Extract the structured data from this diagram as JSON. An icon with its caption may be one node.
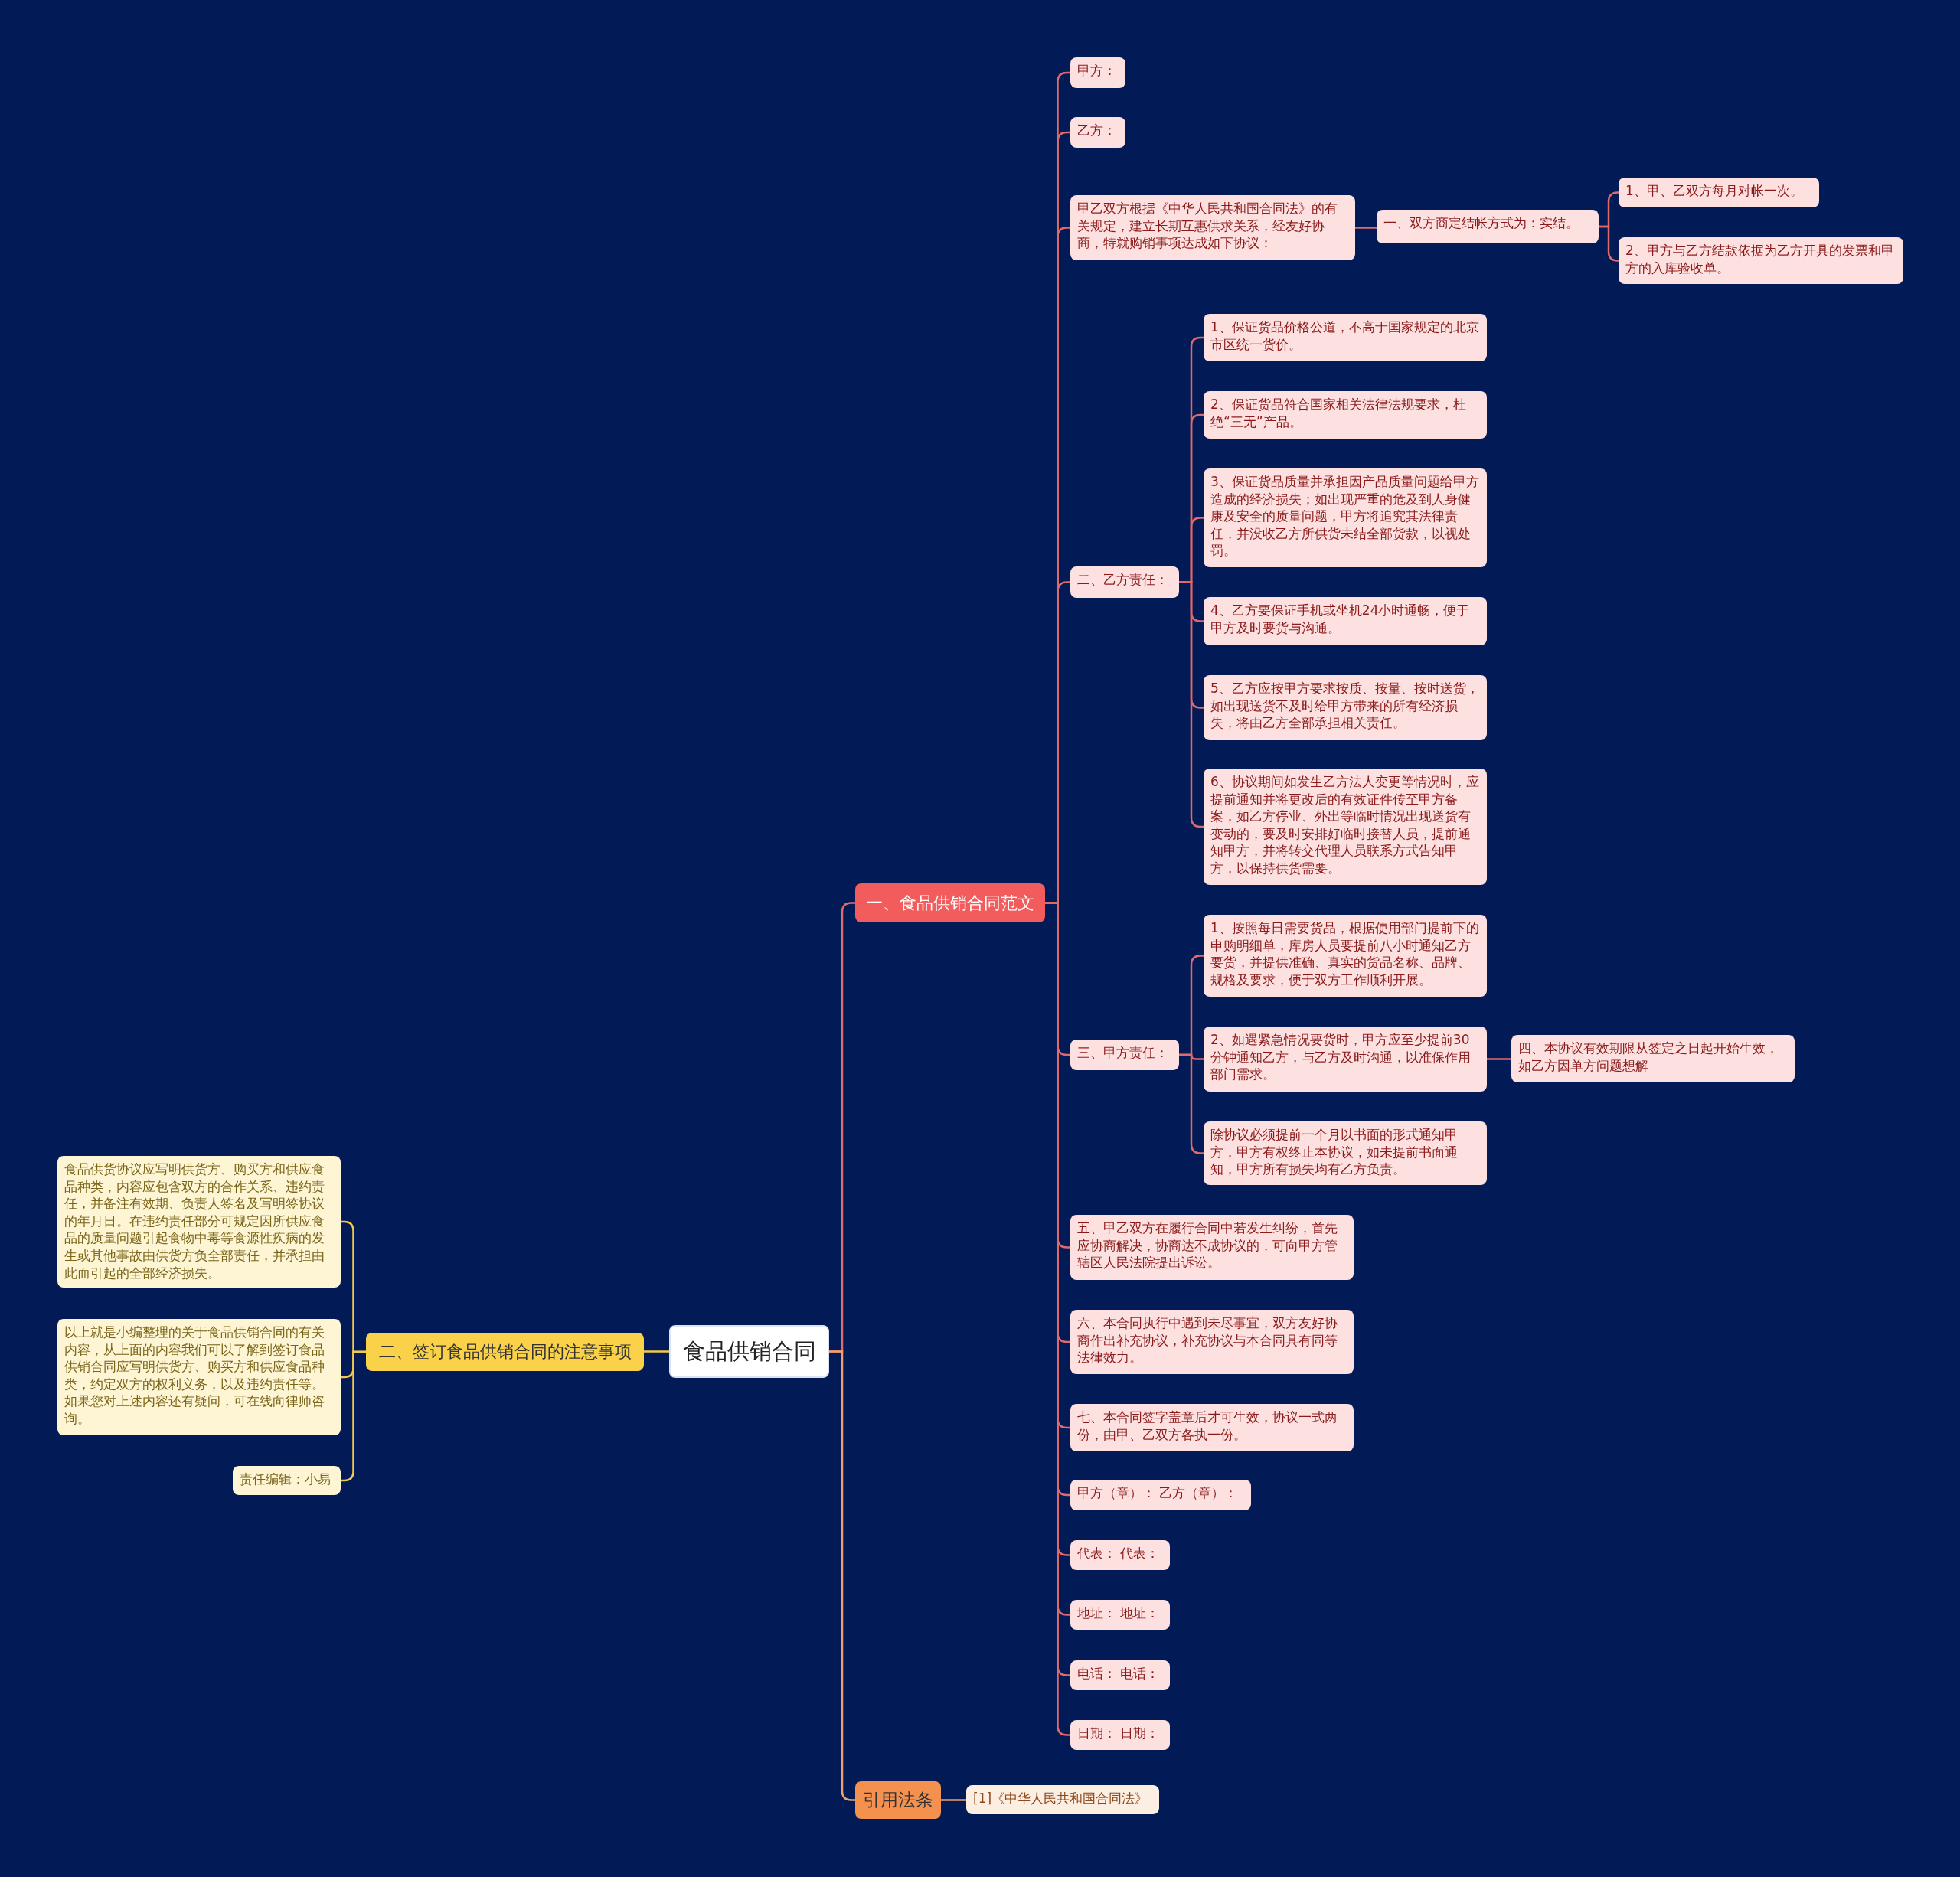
{
  "diagram": {
    "nodes": [
      {
        "text": [
          "食品供销合同"
        ]
      },
      {
        "text": [
          "一、食品供销合同范文"
        ]
      },
      {
        "text": [
          "甲方："
        ]
      },
      {
        "text": [
          "乙方："
        ]
      },
      {
        "text": [
          "甲乙双方根据《中华人民共和国合同法》的有关规定，建立长期互惠供求关系，经友好协商，特就购销事项达成如下协议："
        ]
      },
      {
        "text": [
          "一、双方商定结帐方式为：实结。"
        ]
      },
      {
        "text": [
          "1、甲、乙双方每月对帐一次。"
        ]
      },
      {
        "text": [
          "2、甲方与乙方结款依据为乙方开具的发票和甲方的入库验收单。"
        ]
      },
      {
        "text": [
          "二、乙方责任："
        ]
      },
      {
        "text": [
          "1、保证货品价格公道，不高于国家规定的北京市区统一货价。"
        ]
      },
      {
        "text": [
          "2、保证货品符合国家相关法律法规要求，杜绝“三无”产品。"
        ]
      },
      {
        "text": [
          "3、保证货品质量并承担因产品质量问题给甲方造成的经济损失；如出现严重的危及到人身健康及安全的质量问题，甲方将追究其法律责任，并没收乙方所供货未结全部货款，以视处罚。"
        ]
      },
      {
        "text": [
          "4、乙方要保证手机或坐机24小时通畅，便于甲方及时要货与沟通。"
        ]
      },
      {
        "text": [
          "5、乙方应按甲方要求按质、按量、按时送货，如出现送货不及时给甲方带来的所有经济损失，将由乙方全部承担相关责任。"
        ]
      },
      {
        "text": [
          "6、协议期间如发生乙方法人变更等情况时，应提前通知并将更改后的有效证件传至甲方备案，如乙方停业、外出等临时情况出现送货有变动的，要及时安排好临时接替人员，提前通知甲方，并将转交代理人员联系方式告知甲方，以保持供货需要。"
        ]
      },
      {
        "text": [
          "三、甲方责任："
        ]
      },
      {
        "text": [
          "1、按照每日需要货品，根据使用部门提前下的申购明细单，库房人员要提前八小时通知乙方要货，并提供准确、真实的货品名称、品牌、规格及要求，便于双方工作顺利开展。"
        ]
      },
      {
        "text": [
          "2、如遇紧急情况要货时，甲方应至少提前30分钟通知乙方，与乙方及时沟通，以准保作用部门需求。"
        ]
      },
      {
        "text": [
          "四、本协议有效期限从签定之日起开始生效，如乙方因单方问题想解"
        ]
      },
      {
        "text": [
          "除协议必须提前一个月以书面的形式通知甲方，甲方有权终止本协议，如未提前书面通知，甲方所有损失均有乙方负责。"
        ]
      },
      {
        "text": [
          "五、甲乙双方在履行合同中若发生纠纷，首先应协商解决，协商达不成协议的，可向甲方管辖区人民法院提出诉讼。"
        ]
      },
      {
        "text": [
          "六、本合同执行中遇到未尽事宜，双方友好协商作出补充协议，补充协议与本合同具有同等法律效力。"
        ]
      },
      {
        "text": [
          "七、本合同签字盖章后才可生效，协议一式两份，由甲、乙双方各执一份。"
        ]
      },
      {
        "text": [
          "甲方（章）：  乙方（章）："
        ]
      },
      {
        "text": [
          "代表：  代表："
        ]
      },
      {
        "text": [
          "地址：  地址："
        ]
      },
      {
        "text": [
          "电话：  电话："
        ]
      },
      {
        "text": [
          "日期：  日期："
        ]
      },
      {
        "text": [
          "二、签订食品供销合同的注意事项"
        ]
      },
      {
        "text": [
          "食品供货协议应写明供货方、购买方和供应食品种类，内容应包含双方的合作关系、违约责任，并备注有效期、负责人签名及写明签协议的年月日。在违约责任部分可规定因所供应食品的质量问题引起食物中毒等食源性疾病的发生或其他事故由供货方负全部责任，并承担由此而引起的全部经济损失。"
        ]
      },
      {
        "text": [
          "以上就是小编整理的关于食品供销合同的有关内容，从上面的内容我们可以了解到签订食品供销合同应写明供货方、购买方和供应食品种类，约定双方的权利义务，以及违约责任等。如果您对上述内容还有疑问，可在线向律师咨询。"
        ]
      },
      {
        "text": [
          "责任编辑：小易"
        ]
      },
      {
        "text": [
          "引用法条"
        ]
      },
      {
        "text": [
          "[1]《中华人民共和国合同法》"
        ]
      }
    ],
    "edges": [
      {
        "from": 0,
        "to": 1,
        "arrow": "none"
      },
      {
        "from": 1,
        "to": 2,
        "arrow": "none"
      },
      {
        "from": 1,
        "to": 3,
        "arrow": "none"
      },
      {
        "from": 1,
        "to": 4,
        "arrow": "none"
      },
      {
        "from": 4,
        "to": 5,
        "arrow": "none"
      },
      {
        "from": 5,
        "to": 6,
        "arrow": "none"
      },
      {
        "from": 5,
        "to": 7,
        "arrow": "none"
      },
      {
        "from": 1,
        "to": 8,
        "arrow": "none"
      },
      {
        "from": 8,
        "to": 9,
        "arrow": "none"
      },
      {
        "from": 8,
        "to": 10,
        "arrow": "none"
      },
      {
        "from": 8,
        "to": 11,
        "arrow": "none"
      },
      {
        "from": 8,
        "to": 12,
        "arrow": "none"
      },
      {
        "from": 8,
        "to": 13,
        "arrow": "none"
      },
      {
        "from": 8,
        "to": 14,
        "arrow": "none"
      },
      {
        "from": 1,
        "to": 15,
        "arrow": "none"
      },
      {
        "from": 15,
        "to": 16,
        "arrow": "none"
      },
      {
        "from": 15,
        "to": 17,
        "arrow": "none"
      },
      {
        "from": 17,
        "to": 18,
        "arrow": "none"
      },
      {
        "from": 15,
        "to": 19,
        "arrow": "none"
      },
      {
        "from": 1,
        "to": 20,
        "arrow": "none"
      },
      {
        "from": 1,
        "to": 21,
        "arrow": "none"
      },
      {
        "from": 1,
        "to": 22,
        "arrow": "none"
      },
      {
        "from": 1,
        "to": 23,
        "arrow": "none"
      },
      {
        "from": 1,
        "to": 24,
        "arrow": "none"
      },
      {
        "from": 1,
        "to": 25,
        "arrow": "none"
      },
      {
        "from": 1,
        "to": 26,
        "arrow": "none"
      },
      {
        "from": 1,
        "to": 27,
        "arrow": "none"
      },
      {
        "from": 0,
        "to": 28,
        "arrow": "none",
        "color": "#f2c94c"
      },
      {
        "from": 28,
        "to": 29,
        "arrow": "none",
        "color": "#f2c94c"
      },
      {
        "from": 28,
        "to": 30,
        "arrow": "none",
        "color": "#f2c94c"
      },
      {
        "from": 28,
        "to": 31,
        "arrow": "none",
        "color": "#f2c94c"
      },
      {
        "from": 0,
        "to": 32,
        "arrow": "none",
        "color": "#f0a070"
      },
      {
        "from": 32,
        "to": 33,
        "arrow": "none",
        "color": "#f0a070"
      }
    ]
  }
}
